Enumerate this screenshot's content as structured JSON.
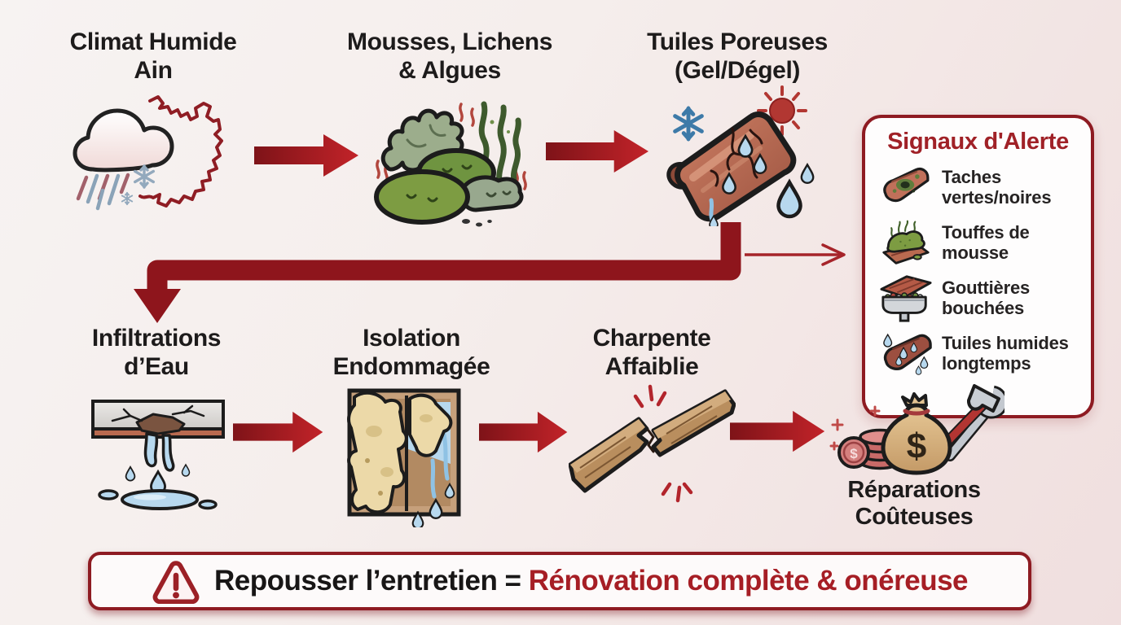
{
  "top_flow": {
    "steps": [
      {
        "id": "climat",
        "line1": "Climat Humide",
        "line2": "Ain",
        "icon": "cloud-rain-ain-map-icon"
      },
      {
        "id": "mousses",
        "line1": "Mousses, Lichens",
        "line2": "& Algues",
        "icon": "moss-lichen-algae-icon"
      },
      {
        "id": "tuiles",
        "line1": "Tuiles Poreuses",
        "line2": "(Gel/Dégel)",
        "icon": "cracked-tile-freeze-thaw-icon"
      }
    ]
  },
  "bottom_flow": {
    "steps": [
      {
        "id": "infiltrations",
        "line1": "Infiltrations",
        "line2": "d’Eau",
        "icon": "water-infiltration-icon"
      },
      {
        "id": "isolation",
        "line1": "Isolation",
        "line2": "Endommagée",
        "icon": "damaged-insulation-icon"
      },
      {
        "id": "charpente",
        "line1": "Charpente",
        "line2": "Affaiblie",
        "icon": "cracked-beam-icon"
      },
      {
        "id": "reparations",
        "line1": "Réparations",
        "line2": "Coûteuses",
        "icon": "costly-repairs-icon"
      }
    ]
  },
  "alert_panel": {
    "title": "Signaux d'Alerte",
    "items": [
      {
        "icon": "stained-tile-icon",
        "line1": "Taches",
        "line2": "vertes/noires"
      },
      {
        "icon": "moss-tuft-icon",
        "line1": "Touffes de",
        "line2": "mousse"
      },
      {
        "icon": "clogged-gutter-icon",
        "line1": "Gouttières",
        "line2": "bouchées"
      },
      {
        "icon": "wet-tile-icon",
        "line1": "Tuiles humides",
        "line2": "longtemps"
      }
    ]
  },
  "warning_banner": {
    "text_dark": "Repousser l’entretien =",
    "text_red": "Rénovation complète & onéreuse"
  },
  "repairs_symbols": {
    "bag_symbol": "$",
    "coin_symbol": "$"
  },
  "colors": {
    "dark_red": "#8e1b22",
    "bright_red": "#b2242b",
    "panel_title_red": "#a02127",
    "banner_red": "#a61e25",
    "text_black": "#1d1b1b",
    "background_tint": "#f2e4e3",
    "water_blue": "#b7d8ee",
    "moss_green": "#7d9c42",
    "tile_terracotta": "#bf7059"
  }
}
